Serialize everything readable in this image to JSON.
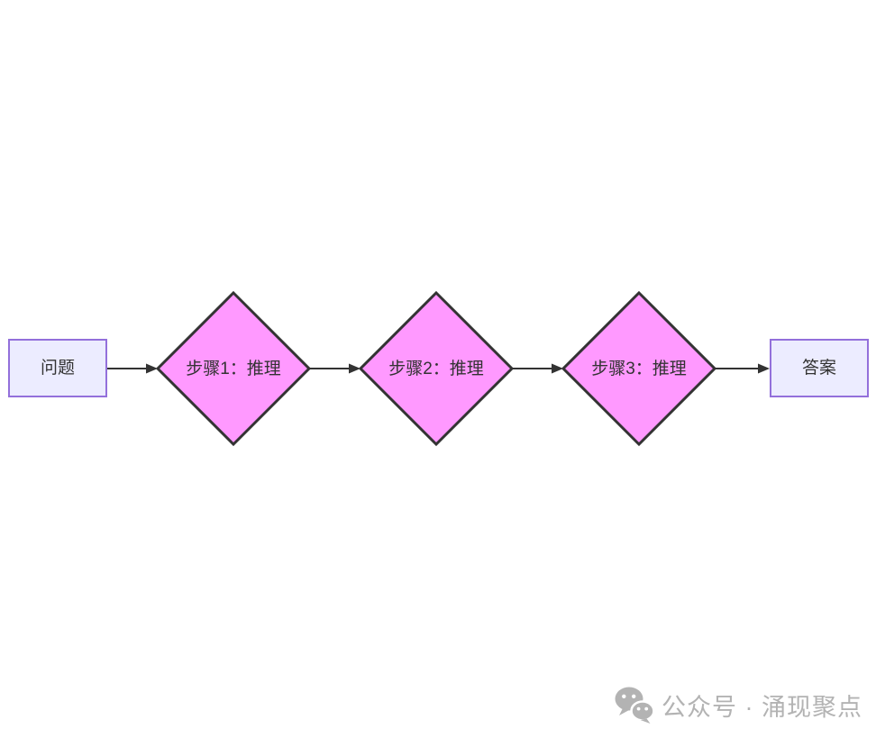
{
  "diagram": {
    "title": "chain-of-thought-flowchart",
    "nodes": [
      {
        "id": "question",
        "type": "rect",
        "label": "问题"
      },
      {
        "id": "step1",
        "type": "diamond",
        "label": "步骤1：推理"
      },
      {
        "id": "step2",
        "type": "diamond",
        "label": "步骤2：推理"
      },
      {
        "id": "step3",
        "type": "diamond",
        "label": "步骤3：推理"
      },
      {
        "id": "answer",
        "type": "rect",
        "label": "答案"
      }
    ],
    "edges": [
      {
        "from": "question",
        "to": "step1"
      },
      {
        "from": "step1",
        "to": "step2"
      },
      {
        "from": "step2",
        "to": "step3"
      },
      {
        "from": "step3",
        "to": "answer"
      }
    ],
    "colors": {
      "rect_fill": "#ECECFF",
      "rect_stroke": "#9370DB",
      "diamond_fill": "#FF99FF",
      "diamond_stroke": "#333333",
      "edge_stroke": "#333333",
      "text": "#333333",
      "background": "#ffffff"
    }
  },
  "watermark": {
    "icon": "wechat-icon",
    "text": "公众号 · 涌现聚点",
    "color": "#b3b3b3"
  }
}
